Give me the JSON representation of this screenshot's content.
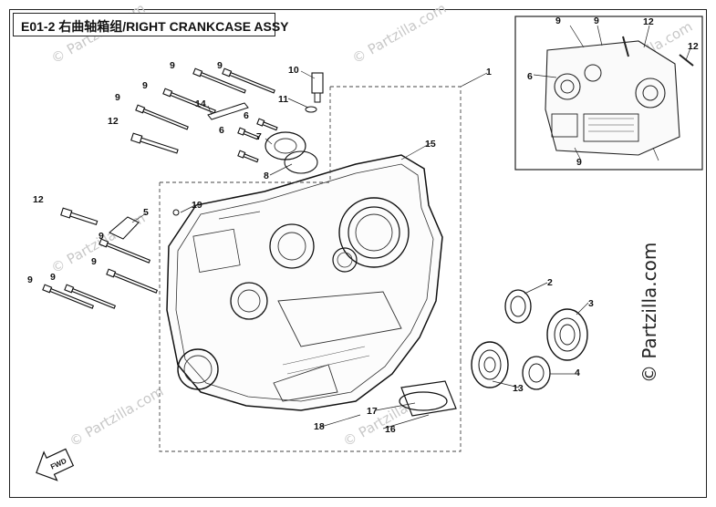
{
  "title": "E01-2 右曲轴箱组/RIGHT CRANKCASE ASSY",
  "watermark": "© Partzilla.com",
  "side_watermark": "© Partzilla.com",
  "fwd_label": "FWD",
  "callouts": {
    "c1": "1",
    "c2": "2",
    "c3": "3",
    "c4": "4",
    "c5": "5",
    "c6a": "6",
    "c6b": "6",
    "c6c": "6",
    "c7": "7",
    "c8": "8",
    "c9a": "9",
    "c9b": "9",
    "c9c": "9",
    "c9d": "9",
    "c9e": "9",
    "c9f": "9",
    "c9g": "9",
    "c9h": "9",
    "c9i": "9",
    "c9j": "9",
    "c9k": "9",
    "c10": "10",
    "c11": "11",
    "c12a": "12",
    "c12b": "12",
    "c12c": "12",
    "c12d": "12",
    "c13": "13",
    "c14": "14",
    "c15": "15",
    "c16": "16",
    "c17": "17",
    "c18": "18",
    "c19": "19"
  }
}
